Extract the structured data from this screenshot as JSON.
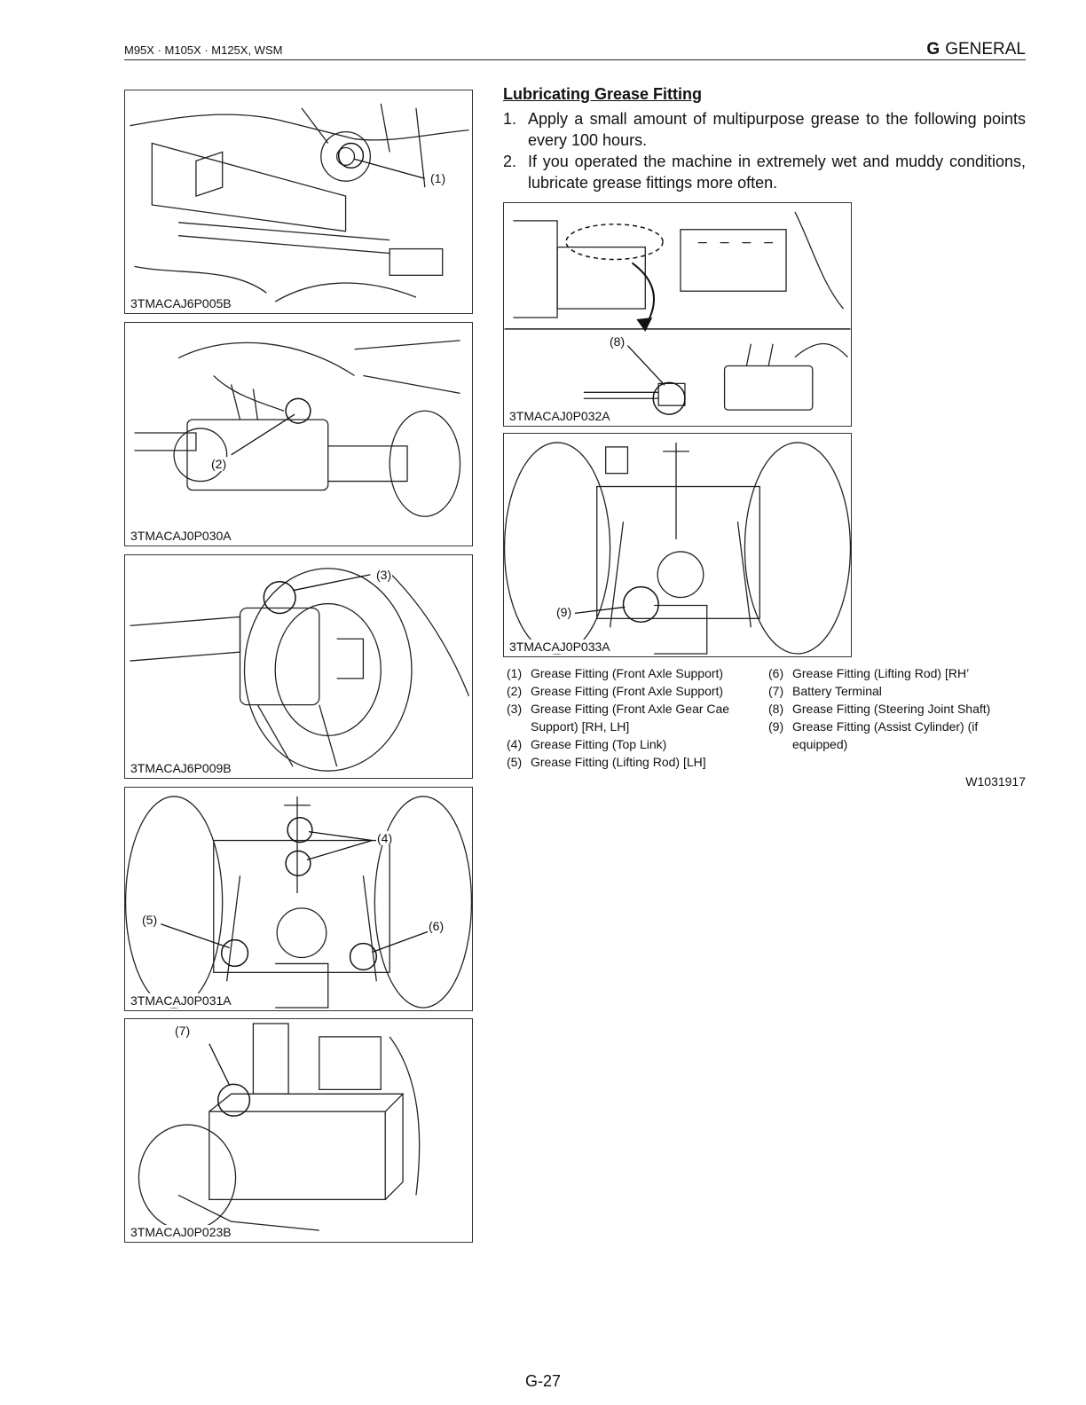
{
  "header": {
    "models": "M95X · M105X · M125X, WSM",
    "section_letter": "G",
    "section_name": "GENERAL"
  },
  "figures": [
    {
      "id": "3TMACAJ6P005B",
      "callouts": [
        "(1)"
      ]
    },
    {
      "id": "3TMACAJ0P030A",
      "callouts": [
        "(2)"
      ]
    },
    {
      "id": "3TMACAJ6P009B",
      "callouts": [
        "(3)"
      ]
    },
    {
      "id": "3TMACAJ0P031A",
      "callouts": [
        "(4)",
        "(5)",
        "(6)"
      ]
    },
    {
      "id": "3TMACAJ0P023B",
      "callouts": [
        "(7)"
      ]
    },
    {
      "id": "3TMACAJ0P032A",
      "callouts": [
        "(8)"
      ]
    },
    {
      "id": "3TMACAJ0P033A",
      "callouts": [
        "(9)"
      ]
    }
  ],
  "section": {
    "title": "Lubricating Grease Fitting",
    "steps": [
      {
        "num": "1.",
        "text": "Apply a small amount of multipurpose grease to the following points every 100 hours."
      },
      {
        "num": "2.",
        "text": "If you operated the machine in extremely wet and muddy conditions, lubricate grease fittings more often."
      }
    ]
  },
  "legend": {
    "left": [
      {
        "num": "(1)",
        "text": "Grease Fitting (Front Axle Support)"
      },
      {
        "num": "(2)",
        "text": "Grease Fitting (Front Axle Support)"
      },
      {
        "num": "(3)",
        "text": "Grease Fitting (Front Axle Gear Cae Support) [RH, LH]"
      },
      {
        "num": "(4)",
        "text": "Grease Fitting (Top Link)"
      },
      {
        "num": "(5)",
        "text": "Grease Fitting (Lifting Rod) [LH]"
      }
    ],
    "right": [
      {
        "num": "(6)",
        "text": "Grease Fitting (Lifting Rod) [RH’"
      },
      {
        "num": "(7)",
        "text": "Battery Terminal"
      },
      {
        "num": "(8)",
        "text": "Grease Fitting (Steering Joint Shaft)"
      },
      {
        "num": "(9)",
        "text": "Grease Fitting (Assist Cylinder) (if equipped)"
      }
    ]
  },
  "doc_code": "W1031917",
  "page_number": "G-27"
}
